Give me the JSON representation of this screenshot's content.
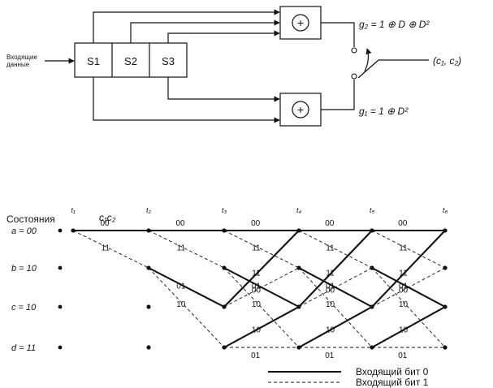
{
  "encoder": {
    "input_label_line1": "Входящие",
    "input_label_line2": "данные",
    "registers": [
      "S1",
      "S2",
      "S3"
    ],
    "adder_symbol": "+",
    "g2_text": "g₂ = 1 ⊕ D ⊕ D²",
    "g1_text": "g₁ = 1 ⊕ D²",
    "output_label": "(c₁, c₂)"
  },
  "trellis": {
    "states_heading": "Состояния",
    "code_heading": "c₁c₂",
    "time_labels": [
      "t₁",
      "t₂",
      "t₃",
      "t₄",
      "t₅",
      "t₆"
    ],
    "states": [
      "a = 00",
      "b = 10",
      "c = 10",
      "d = 11"
    ],
    "edges": [
      {
        "t": 0,
        "from": 0,
        "to": 0,
        "bit": 0,
        "label": "00"
      },
      {
        "t": 0,
        "from": 0,
        "to": 1,
        "bit": 1,
        "label": "11"
      },
      {
        "t": 1,
        "from": 0,
        "to": 0,
        "bit": 0,
        "label": "00"
      },
      {
        "t": 1,
        "from": 0,
        "to": 1,
        "bit": 1,
        "label": "11"
      },
      {
        "t": 1,
        "from": 1,
        "to": 2,
        "bit": 0,
        "label": "01"
      },
      {
        "t": 1,
        "from": 1,
        "to": 3,
        "bit": 1,
        "label": "10"
      },
      {
        "t": 2,
        "from": 0,
        "to": 0,
        "bit": 0,
        "label": "00"
      },
      {
        "t": 2,
        "from": 0,
        "to": 1,
        "bit": 1,
        "label": "11"
      },
      {
        "t": 2,
        "from": 1,
        "to": 2,
        "bit": 0,
        "label": "01"
      },
      {
        "t": 2,
        "from": 1,
        "to": 3,
        "bit": 1,
        "label": "10"
      },
      {
        "t": 2,
        "from": 2,
        "to": 0,
        "bit": 0,
        "label": "11"
      },
      {
        "t": 2,
        "from": 2,
        "to": 1,
        "bit": 1,
        "label": "00"
      },
      {
        "t": 2,
        "from": 3,
        "to": 2,
        "bit": 0,
        "label": "10"
      },
      {
        "t": 2,
        "from": 3,
        "to": 3,
        "bit": 1,
        "label": "01"
      },
      {
        "t": 3,
        "from": 0,
        "to": 0,
        "bit": 0,
        "label": "00"
      },
      {
        "t": 3,
        "from": 0,
        "to": 1,
        "bit": 1,
        "label": "11"
      },
      {
        "t": 3,
        "from": 1,
        "to": 2,
        "bit": 0,
        "label": "01"
      },
      {
        "t": 3,
        "from": 1,
        "to": 3,
        "bit": 1,
        "label": "10"
      },
      {
        "t": 3,
        "from": 2,
        "to": 0,
        "bit": 0,
        "label": "11"
      },
      {
        "t": 3,
        "from": 2,
        "to": 1,
        "bit": 1,
        "label": "00"
      },
      {
        "t": 3,
        "from": 3,
        "to": 2,
        "bit": 0,
        "label": "10"
      },
      {
        "t": 3,
        "from": 3,
        "to": 3,
        "bit": 1,
        "label": "01"
      },
      {
        "t": 4,
        "from": 0,
        "to": 0,
        "bit": 0,
        "label": "00"
      },
      {
        "t": 4,
        "from": 0,
        "to": 1,
        "bit": 1,
        "label": "11"
      },
      {
        "t": 4,
        "from": 1,
        "to": 2,
        "bit": 0,
        "label": "01"
      },
      {
        "t": 4,
        "from": 1,
        "to": 3,
        "bit": 1,
        "label": "10"
      },
      {
        "t": 4,
        "from": 2,
        "to": 0,
        "bit": 0,
        "label": "11"
      },
      {
        "t": 4,
        "from": 2,
        "to": 1,
        "bit": 1,
        "label": "00"
      },
      {
        "t": 4,
        "from": 3,
        "to": 2,
        "bit": 0,
        "label": "10"
      },
      {
        "t": 4,
        "from": 3,
        "to": 3,
        "bit": 1,
        "label": "01"
      }
    ],
    "legend": {
      "solid_label": "Входящий бит 0",
      "dashed_label": "Входящий бит 1"
    }
  }
}
